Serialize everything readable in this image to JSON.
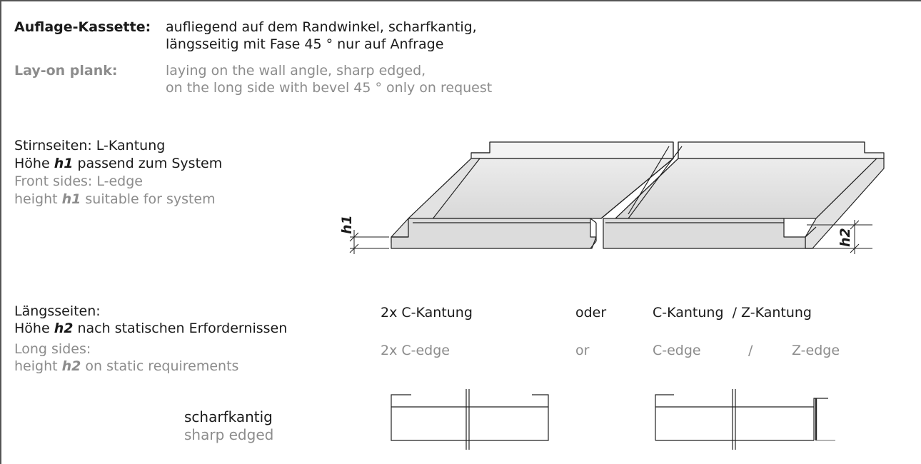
{
  "header": {
    "de_label": "Auflage-Kassette:",
    "de_line1": "aufliegend auf dem Randwinkel, scharfkantig,",
    "de_line2": "längsseitig mit Fase 45 ° nur auf Anfrage",
    "en_label": "Lay-on plank:",
    "en_line1": "laying on the wall angle, sharp edged,",
    "en_line2": "on the long side with bevel 45 ° only on request"
  },
  "front": {
    "de_line1": "Stirnseiten: L-Kantung",
    "de_line2_pre": "Höhe ",
    "de_line2_var": "h1",
    "de_line2_post": " passend zum System",
    "en_line1": "Front sides: L-edge",
    "en_line2_pre": "height ",
    "en_line2_var": "h1",
    "en_line2_post": " suitable for system"
  },
  "long": {
    "de_line1": "Längsseiten:",
    "de_line2_pre": "Höhe ",
    "de_line2_var": "h2",
    "de_line2_post": " nach statischen Erfordernissen",
    "en_line1": "Long sides:",
    "en_line2_pre": "height ",
    "en_line2_var": "h2",
    "en_line2_post": " on static requirements"
  },
  "options": {
    "opt1_de": "2x C-Kantung",
    "opt1_en": "2x C-edge",
    "or_de": "oder",
    "or_en": "or",
    "opt2_de": "C-Kantung  / Z-Kantung",
    "opt2_en_a": "C-edge",
    "opt2_en_sep": "/",
    "opt2_en_b": "Z-edge"
  },
  "edge": {
    "de": "scharfkantig",
    "en": "sharp edged"
  },
  "dims": {
    "h1": "h1",
    "h2": "h2"
  }
}
